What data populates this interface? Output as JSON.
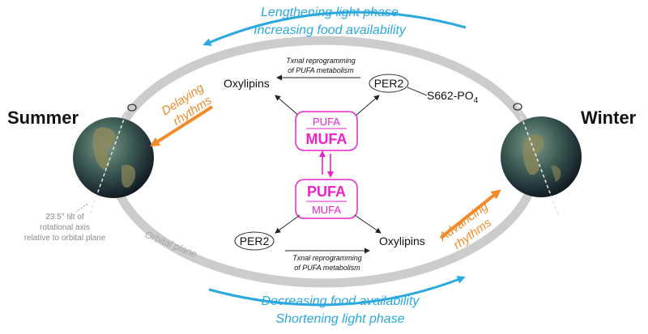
{
  "top_arc": {
    "line1": "Lengthening light phase",
    "line2": "Increasing food availability"
  },
  "bottom_arc": {
    "line1": "Decreasing food availability",
    "line2": "Shortening light phase"
  },
  "seasons": {
    "left": "Summer",
    "right": "Winter"
  },
  "rhythms": {
    "left_line1": "Delaying",
    "left_line2": "rhythms",
    "right_line1": "Advancing",
    "right_line2": "rhythms"
  },
  "top_branch": {
    "oxylipins": "Oxylipins",
    "per2": "PER2",
    "phospho_main": "S662-PO",
    "phospho_sub": "4",
    "txnal_line1": "Txnal reprogramming",
    "txnal_line2": "of PUFA metabolism"
  },
  "bottom_branch": {
    "oxylipins": "Oxylipins",
    "per2": "PER2",
    "txnal_line1": "Txnal reprogramming",
    "txnal_line2": "of PUFA metabolism"
  },
  "boxes": {
    "top_minor": "PUFA",
    "top_major": "MUFA",
    "bottom_major": "PUFA",
    "bottom_minor": "MUFA"
  },
  "axis_note": {
    "line1": "23.5° tilt of",
    "line2": "rotational axis",
    "line3": "relative to orbital plane"
  },
  "orbit_label": "Orbital plane",
  "colors": {
    "blue": "#2aa8e0",
    "orange": "#f28c28",
    "magenta": "#ee22c8",
    "orbit_grey": "#cccccc"
  }
}
